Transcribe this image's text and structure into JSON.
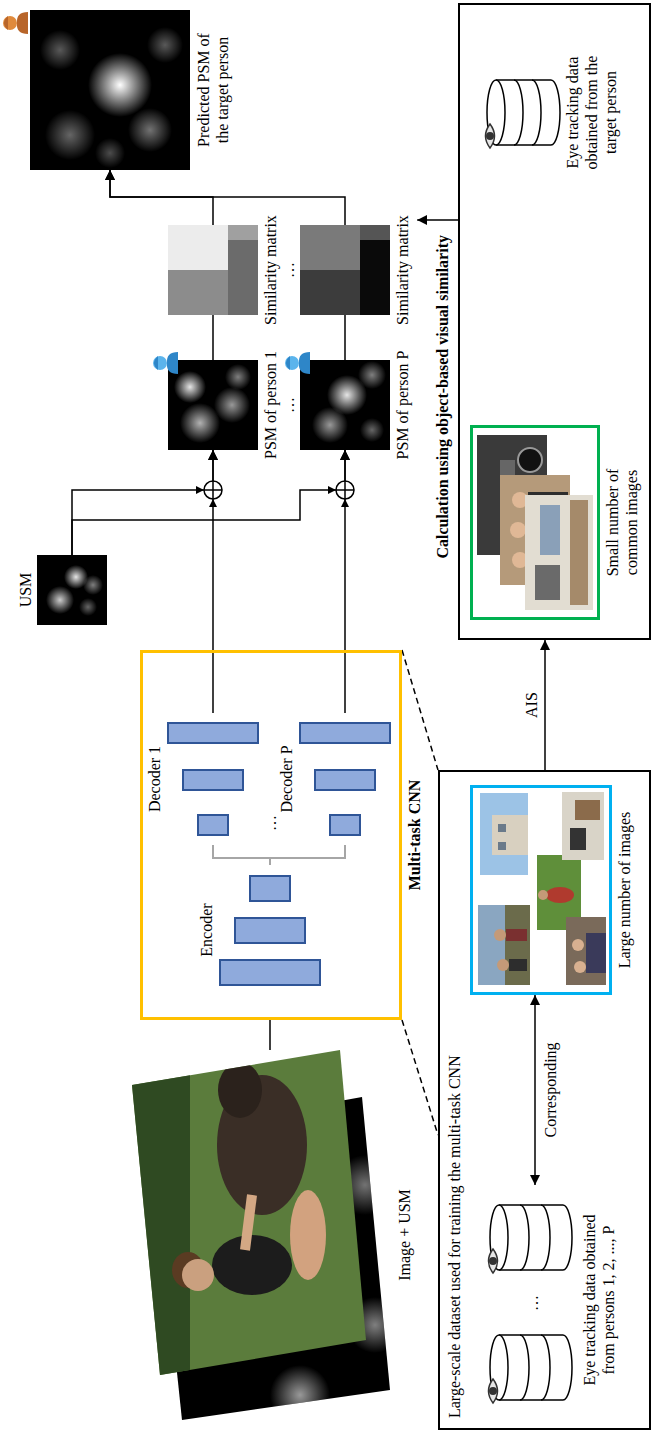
{
  "diagram": {
    "nodes": [
      {
        "text": [
          "Image + USM"
        ]
      },
      {
        "text": [
          "Multi-task CNN"
        ]
      },
      {
        "text": [
          "Encoder"
        ],
        "in": 1
      },
      {
        "text": [
          "Decoder 1"
        ],
        "in": 1
      },
      {
        "text": [
          "Decoder P"
        ],
        "in": 1
      },
      {
        "text": [
          "USM"
        ]
      },
      {
        "text": [
          "PSM of person 1"
        ]
      },
      {
        "text": [
          "PSM of person P"
        ]
      },
      {
        "text": [
          "Similarity matrix"
        ]
      },
      {
        "text": [
          "Similarity matrix"
        ]
      },
      {
        "text": [
          "Predicted PSM of the target person"
        ]
      },
      {
        "text": [
          "Large-scale dataset used for training the multi-task CNN"
        ]
      },
      {
        "text": [
          "Eye tracking data obtained from persons 1, 2, ..., P"
        ],
        "in": 11
      },
      {
        "text": [
          "Large number of images"
        ],
        "in": 11
      },
      {
        "text": [
          "Calculation using object-based visual similarity"
        ]
      },
      {
        "text": [
          "Small number of common images"
        ],
        "in": 14
      },
      {
        "text": [
          "Eye tracking data obtained from the target person"
        ],
        "in": 14
      }
    ],
    "edges": [
      {
        "from": 0,
        "to": 1,
        "arrow": "none"
      },
      {
        "from": 2,
        "to": 3,
        "arrow": "none"
      },
      {
        "from": 2,
        "to": 4,
        "arrow": "none"
      },
      {
        "from": 3,
        "to": 6,
        "arrow": "to"
      },
      {
        "from": 4,
        "to": 7,
        "arrow": "to"
      },
      {
        "from": 5,
        "to": 6,
        "arrow": "to"
      },
      {
        "from": 5,
        "to": 7,
        "arrow": "to"
      },
      {
        "from": 6,
        "to": 8,
        "arrow": "none"
      },
      {
        "from": 7,
        "to": 9,
        "arrow": "none"
      },
      {
        "from": 8,
        "to": 10,
        "arrow": "to"
      },
      {
        "from": 9,
        "to": 10,
        "arrow": "to"
      },
      {
        "from": 12,
        "to": 13,
        "label": "Corresponding",
        "arrow": "both"
      },
      {
        "from": 11,
        "to": 14,
        "label": "AIS",
        "arrow": "to"
      },
      {
        "from": 14,
        "to": 9,
        "arrow": "to"
      }
    ],
    "labels": [
      "…",
      "…",
      "…",
      "…"
    ]
  }
}
